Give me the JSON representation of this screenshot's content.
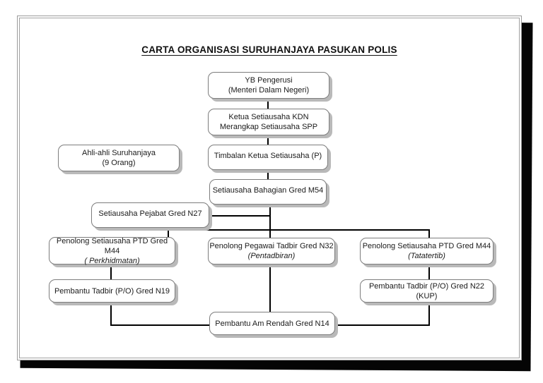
{
  "title": "CARTA ORGANISASI SURUHANJAYA PASUKAN POLIS",
  "nodes": {
    "pengerusi": {
      "line1": "YB Pengerusi",
      "line2": "(Menteri Dalam Negeri)"
    },
    "ksu_kdn": {
      "line1": "Ketua Setiausaha KDN",
      "line2": "Merangkap Setiausaha SPP"
    },
    "ahli_suruhanjaya": {
      "line1": "Ahli-ahli Suruhanjaya",
      "line2": "(9 Orang)"
    },
    "tksu": {
      "line1": "Timbalan Ketua Setiausaha (P)"
    },
    "su_bahagian": {
      "line1": "Setiausaha Bahagian Gred M54"
    },
    "su_pejabat": {
      "line1": "Setiausaha Pejabat Gred N27"
    },
    "ps_perkhidmatan": {
      "line1": "Penolong Setiausaha PTD Gred M44",
      "line2": "( Perkhidmatan)"
    },
    "ppt_pentadbiran": {
      "line1": "Penolong Pegawai Tadbir Gred N32",
      "line2": "(Pentadbiran)"
    },
    "ps_tatatertib": {
      "line1": "Penolong Setiausaha PTD Gred M44",
      "line2": "(Tatatertib)"
    },
    "pt_n19": {
      "line1": "Pembantu Tadbir (P/O) Gred N19"
    },
    "pt_n22": {
      "line1": "Pembantu Tadbir (P/O) Gred N22 (KUP)"
    },
    "par_n14": {
      "line1": "Pembantu Am Rendah Gred N14"
    }
  },
  "edges": [
    [
      "pengerusi",
      "ksu_kdn"
    ],
    [
      "ksu_kdn",
      "tksu"
    ],
    [
      "tksu",
      "su_bahagian"
    ],
    [
      "su_bahagian",
      "su_pejabat"
    ],
    [
      "su_bahagian",
      "ps_perkhidmatan"
    ],
    [
      "su_bahagian",
      "ppt_pentadbiran"
    ],
    [
      "su_bahagian",
      "ps_tatatertib"
    ],
    [
      "ps_perkhidmatan",
      "pt_n19"
    ],
    [
      "ppt_pentadbiran",
      "par_n14"
    ],
    [
      "ps_tatatertib",
      "pt_n22"
    ],
    [
      "pt_n19",
      "par_n14"
    ],
    [
      "pt_n22",
      "par_n14"
    ]
  ],
  "colors": {
    "line": "#000000",
    "box_border": "#7d7d7d",
    "box_shadow": "#b9b9b9",
    "frame": "#a2a2a2",
    "backdrop": "#050505"
  }
}
